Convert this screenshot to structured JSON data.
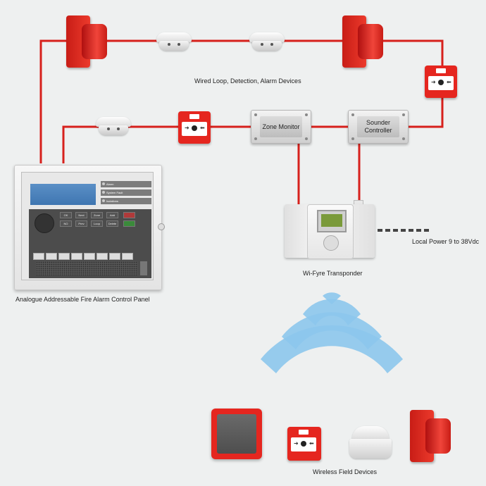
{
  "labels": {
    "wired_loop": "Wired Loop, Detection, Alarm Devices",
    "panel": "Analogue Addressable Fire Alarm Control Panel",
    "transponder": "Wi-Fyre Transponder",
    "local_power": "Local Power 9 to 38Vdc",
    "wireless": "Wireless Field Devices"
  },
  "modules": {
    "zone_monitor": "Zone Monitor",
    "sounder_controller": "Sounder Controller"
  },
  "panel_status": [
    "Alarm",
    "System Fault",
    "Isolations"
  ],
  "panel_keys": [
    "OK",
    "Next",
    "Zone",
    "Add",
    "NO",
    "Prev",
    "Loop",
    "Delete"
  ],
  "colors": {
    "wire": "#d7211c",
    "device_red": "#e5261f",
    "wifi_blue": "#8cc6ec",
    "background": "#eef0f0"
  }
}
